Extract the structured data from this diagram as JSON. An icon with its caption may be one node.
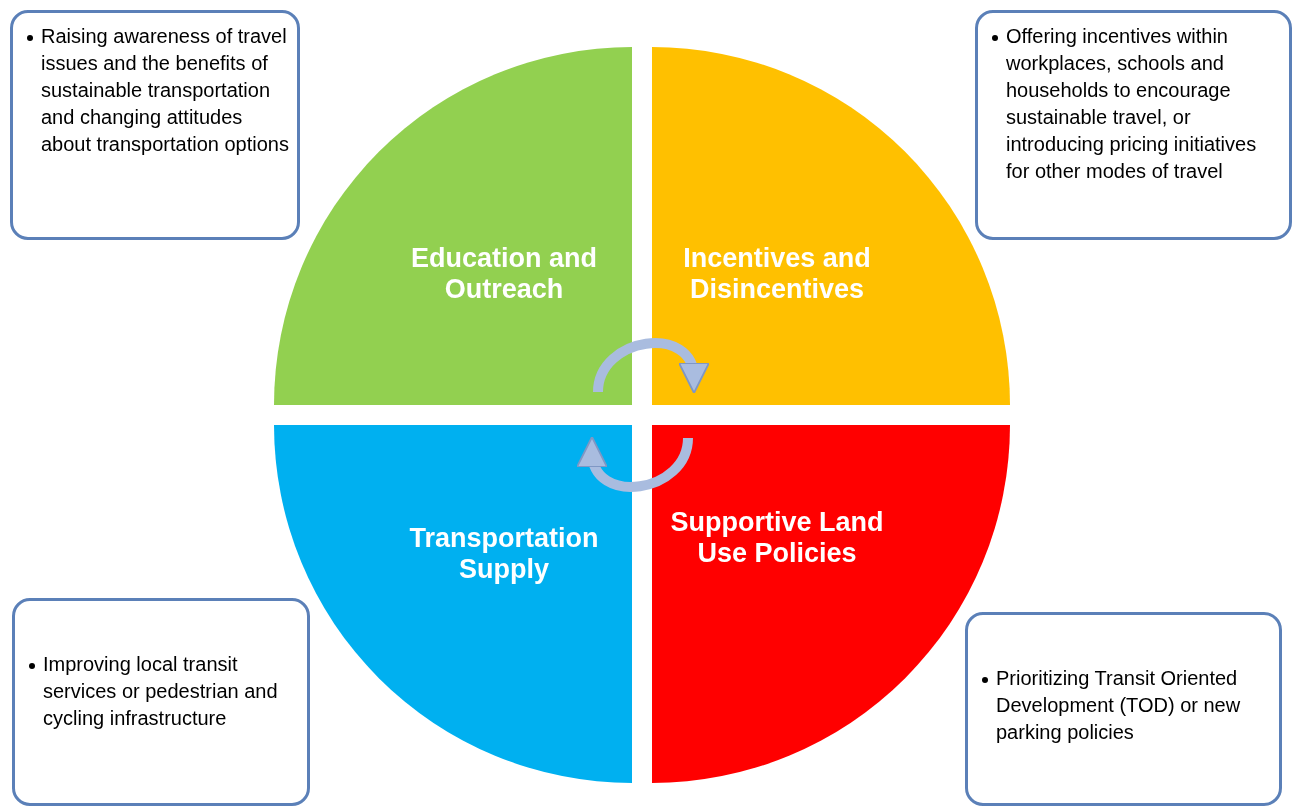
{
  "diagram": {
    "nodes": [
      {
        "text": [
          "Raising awareness of travel issues and the benefits of sustainable transportation and changing attitudes about transportation options"
        ]
      },
      {
        "text": [
          "Offering incentives within workplaces, schools and households to encourage sustainable travel, or introducing pricing initiatives for other modes of travel"
        ]
      },
      {
        "text": [
          "Education and Outreach"
        ]
      },
      {
        "text": [
          "Incentives and Disincentives"
        ]
      },
      {
        "text": [
          "Transportation Supply"
        ]
      },
      {
        "text": [
          "Supportive Land Use Policies"
        ]
      },
      {
        "text": [
          "Improving local transit services or pedestrian and cycling infrastructure"
        ]
      },
      {
        "text": [
          "Prioritizing Transit Oriented Development (TOD) or new parking policies"
        ]
      }
    ],
    "edges": [
      {
        "from": 2,
        "to": 3,
        "arrow": "to"
      },
      {
        "from": 5,
        "to": 4,
        "arrow": "to"
      }
    ]
  }
}
